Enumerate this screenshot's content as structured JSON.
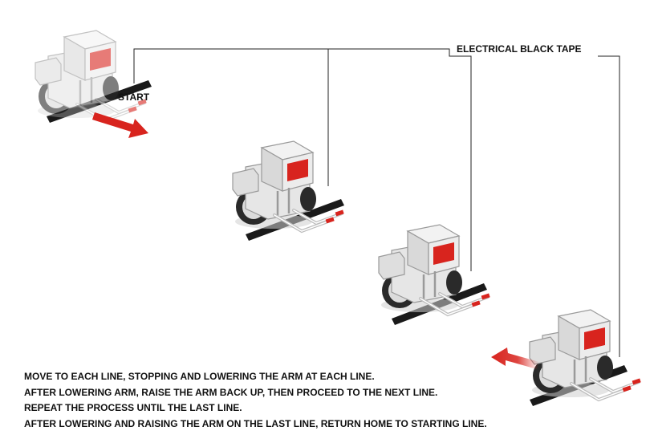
{
  "labels": {
    "start": "START",
    "tape": "ELECTRICAL BLACK TAPE"
  },
  "instructions": [
    "MOVE TO EACH LINE, STOPPING AND LOWERING THE ARM AT EACH LINE.",
    "AFTER LOWERING ARM, RAISE THE ARM BACK UP, THEN PROCEED TO THE NEXT LINE.",
    "REPEAT THE PROCESS UNTIL THE LAST LINE.",
    "AFTER LOWERING AND RAISING THE ARM ON THE LAST LINE, RETURN HOME TO STARTING LINE."
  ],
  "colors": {
    "accent": "#d8241e",
    "tape": "#1a1a1a",
    "robot_body": "#e6e6e6",
    "robot_outline": "#9a9a9a",
    "wheel": "#2a2a2a"
  }
}
